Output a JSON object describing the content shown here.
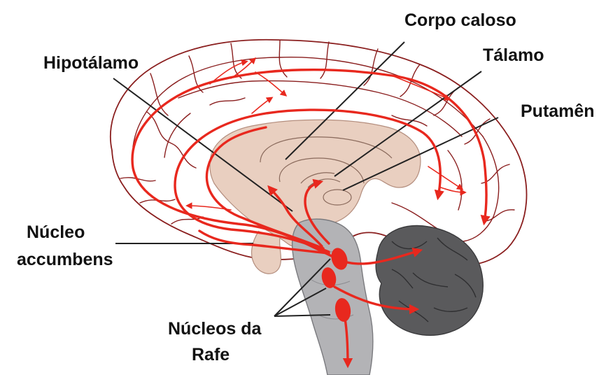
{
  "labels": {
    "corpo_caloso": "Corpo caloso",
    "talamo": "Tálamo",
    "hipotalamo": "Hipotálamo",
    "putamen": "Putamên",
    "nucleo_accumbens_line1": "Núcleo",
    "nucleo_accumbens_line2": "accumbens",
    "nucleos_rafe_line1": "Núcleos da",
    "nucleos_rafe_line2": "Rafe"
  },
  "colors": {
    "pathway": "#e8281e",
    "cortex_outline": "#8a1e1e",
    "deep_structures": "#e9cfc0",
    "brainstem": "#b3b3b6",
    "cerebellum": "#5a5a5c",
    "leader_lines": "#222222"
  },
  "icons": [
    "arrow-head",
    "raphe-nucleus-blob"
  ]
}
